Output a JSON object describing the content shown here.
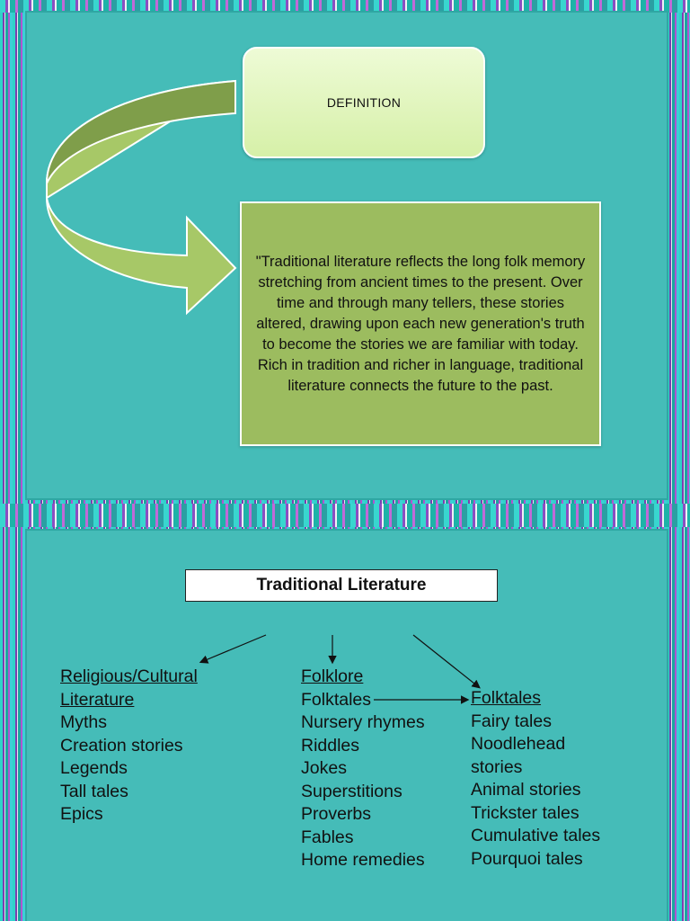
{
  "slide1": {
    "definition_label": "DEFINITION",
    "quote_text": "\"Traditional literature reflects the long folk memory stretching from ancient times to the present. Over time and through many tellers, these stories altered, drawing upon each new generation's truth to become the stories we are familiar with today. Rich in tradition and richer in language, traditional literature connects the future to the past."
  },
  "slide2": {
    "title": "Traditional Literature",
    "columns": [
      {
        "heading_lines": [
          "Religious/Cultural",
          "Literature"
        ],
        "items": [
          "Myths",
          "Creation stories",
          "Legends",
          "Tall tales",
          "Epics"
        ]
      },
      {
        "heading_lines": [
          "Folklore"
        ],
        "items": [
          "Folktales",
          "Nursery rhymes",
          "Riddles",
          "Jokes",
          "Superstitions",
          "Proverbs",
          "Fables",
          "Home remedies"
        ]
      },
      {
        "heading_lines": [
          "Folktales"
        ],
        "items": [
          "Fairy tales",
          "Noodlehead",
          "stories",
          "Animal stories",
          "Trickster tales",
          "Cumulative tales",
          "Pourquoi tales"
        ]
      }
    ]
  },
  "colors": {
    "slide_background": "#45bcb8",
    "definition_box": "#d6f0a8",
    "quote_box": "#9cbc5f",
    "arrow": "#9cbc5f"
  }
}
